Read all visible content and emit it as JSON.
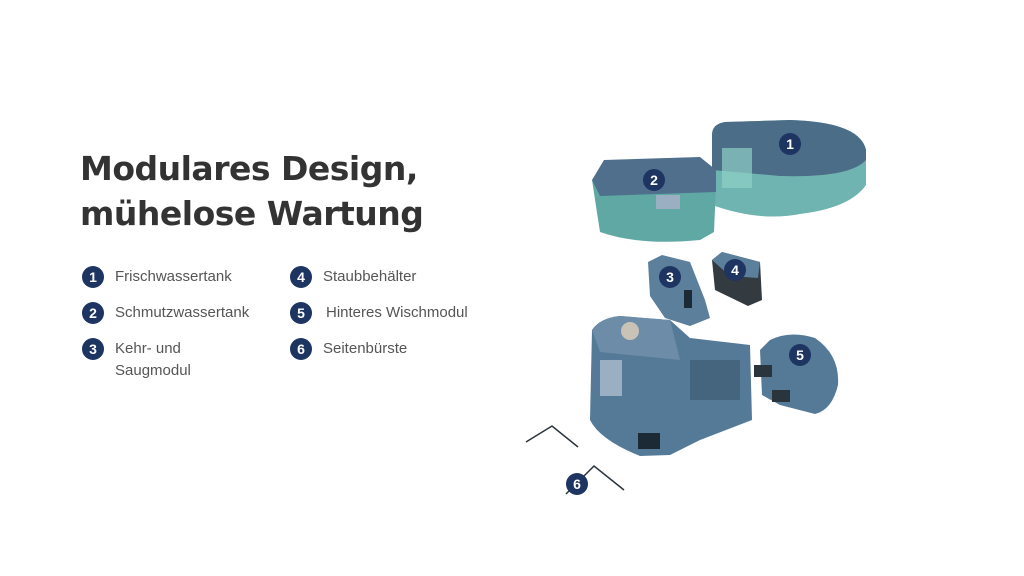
{
  "title": {
    "line1": "Modulares Design,",
    "line2": "mühelose Wartung"
  },
  "components": [
    {
      "num": "1",
      "label": "Frischwassertank"
    },
    {
      "num": "2",
      "label": "Schmutzwassertank"
    },
    {
      "num": "3",
      "label": "Kehr- und Saugmodul"
    },
    {
      "num": "4",
      "label": "Staubbehälter"
    },
    {
      "num": "5",
      "label": "Hinteres Wischmodul"
    },
    {
      "num": "6",
      "label": "Seitenbürste"
    }
  ],
  "colors": {
    "badge": "#1e3461",
    "body": "#4f6f8c",
    "tank": "#5fa3a3"
  }
}
